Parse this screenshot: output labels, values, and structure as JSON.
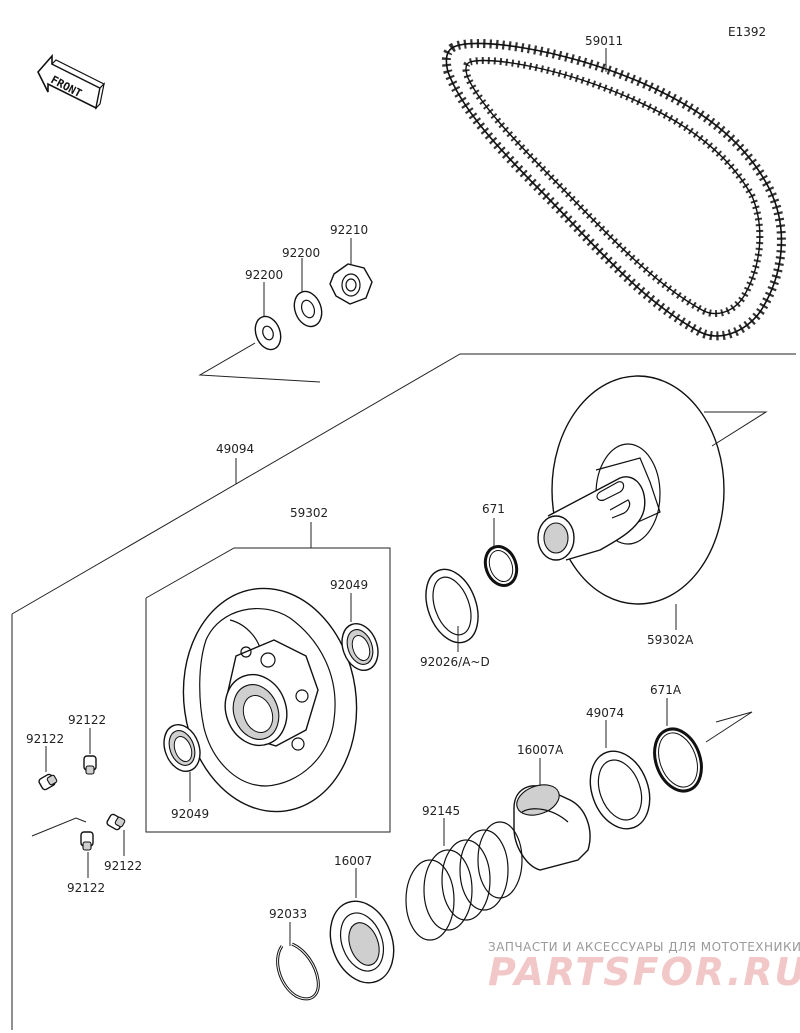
{
  "diagram_code": "E1392",
  "front_label": "FRONT",
  "watermark": {
    "line1": "ЗАПЧАСТИ И АКСЕССУАРЫ ДЛЯ МОТОТЕХНИКИ",
    "brand": "PARTSFOR.RU"
  },
  "parts": {
    "belt": "59011",
    "nut": "92210",
    "washer_a": "92200",
    "washer_b": "92200",
    "assembly": "49094",
    "sheave_fixed": "59302",
    "sheave_movable": "59302A",
    "oring": "671",
    "shim": "92026/A~D",
    "bearing_top": "92049",
    "bearing_bottom": "92049",
    "fitting_a": "92122",
    "fitting_b": "92122",
    "fitting_c": "92122",
    "fitting_d": "92122",
    "ring_671a": "671A",
    "spacer": "49074",
    "cam": "16007A",
    "spring": "92145",
    "cam_b": "16007",
    "circlip": "92033"
  }
}
